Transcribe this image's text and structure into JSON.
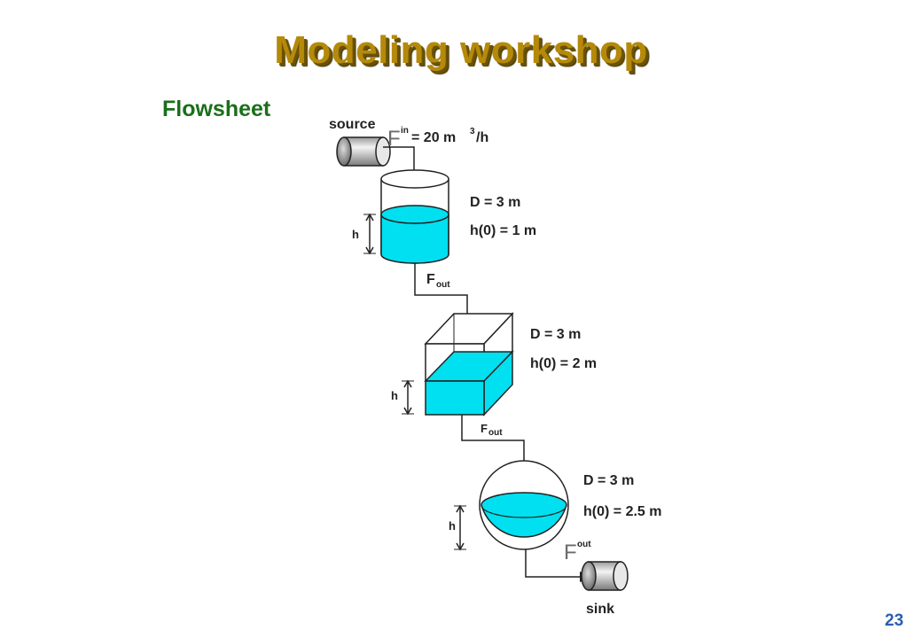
{
  "slide": {
    "title": "Modeling workshop",
    "subtitle": "Flowsheet",
    "page_number": "23"
  },
  "colors": {
    "title": "#b58a0a",
    "subtitle": "#1a6f1a",
    "page_number": "#2b5fb0",
    "liquid": "#00e0f0"
  },
  "diagram": {
    "source": {
      "label": "source",
      "flow_symbol": "F",
      "flow_sup": "in",
      "flow_value": "= 20 m",
      "flow_unit_sup": "3",
      "flow_unit_rest": "/h"
    },
    "tank1": {
      "d_label": "D = 3 m",
      "h0_label": "h(0) = 1 m",
      "h_label": "h"
    },
    "fout1": {
      "symbol": "F",
      "sub": "out"
    },
    "tank2": {
      "d_label": "D = 3 m",
      "h0_label": "h(0) = 2 m",
      "h_label": "h"
    },
    "fout2": {
      "symbol": "F",
      "sub": "out"
    },
    "tank3": {
      "d_label": "D = 3 m",
      "h0_label": "h(0) = 2.5 m",
      "h_label": "h"
    },
    "fout3": {
      "symbol": "F",
      "sup": "out"
    },
    "sink": {
      "label": "sink"
    }
  }
}
